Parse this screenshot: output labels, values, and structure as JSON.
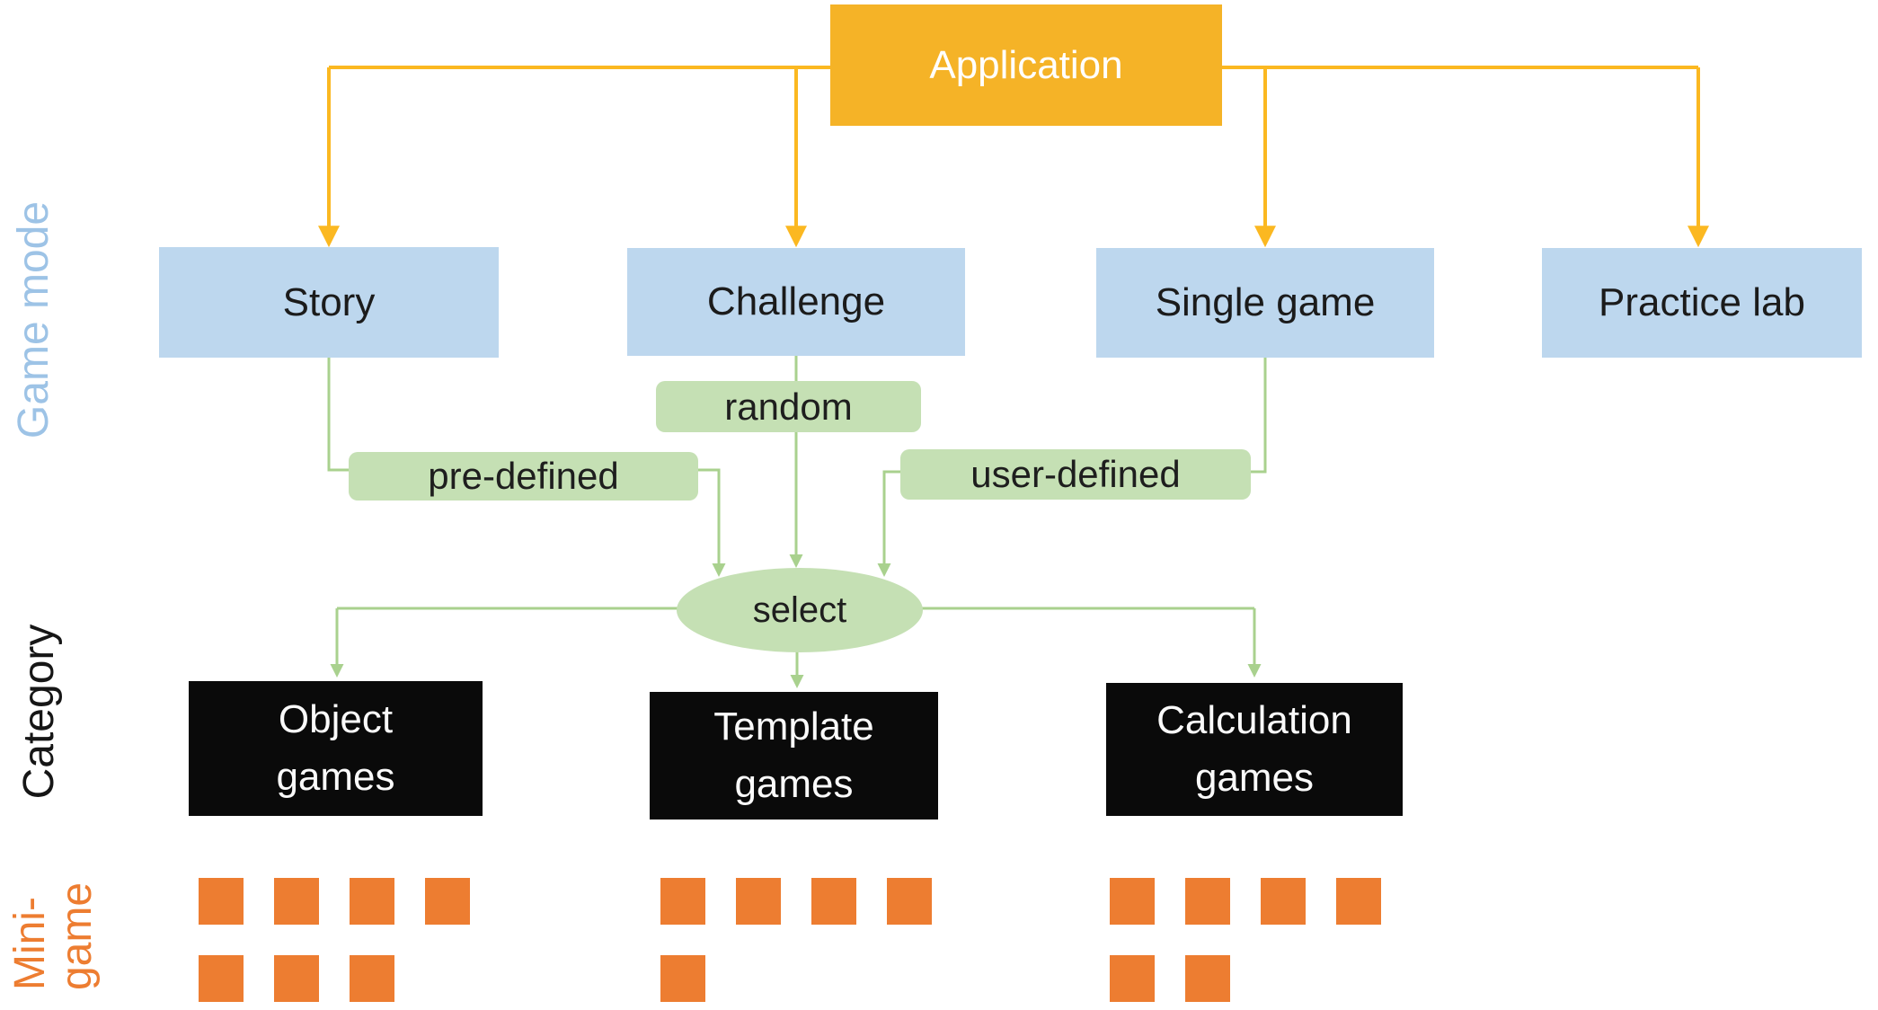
{
  "palette": {
    "gold": "#F5B327",
    "gold_line": "#FBB821",
    "blue": "#BDD7EE",
    "blue_text": "#9DC3E6",
    "green_fill": "#C5E0B4",
    "green_line": "#A9D18E",
    "black": "#0A0A0A",
    "orange": "#ED7D31"
  },
  "nodes": {
    "application": "Application",
    "game_modes": [
      "Story",
      "Challenge",
      "Single game",
      "Practice lab"
    ],
    "selection_labels": {
      "random": "random",
      "pre_defined": "pre-defined",
      "user_defined": "user-defined"
    },
    "selector": "select",
    "categories": [
      "Object\ngames",
      "Template\ngames",
      "Calculation\ngames"
    ]
  },
  "row_labels": {
    "game_mode": "Game mode",
    "category": "Category",
    "mini_game": "Mini-\ngame"
  },
  "minigame_groups": [
    {
      "category": "Object games",
      "rows": [
        4,
        3
      ]
    },
    {
      "category": "Template games",
      "rows": [
        4,
        1
      ]
    },
    {
      "category": "Calculation games",
      "rows": [
        4,
        2
      ]
    }
  ]
}
